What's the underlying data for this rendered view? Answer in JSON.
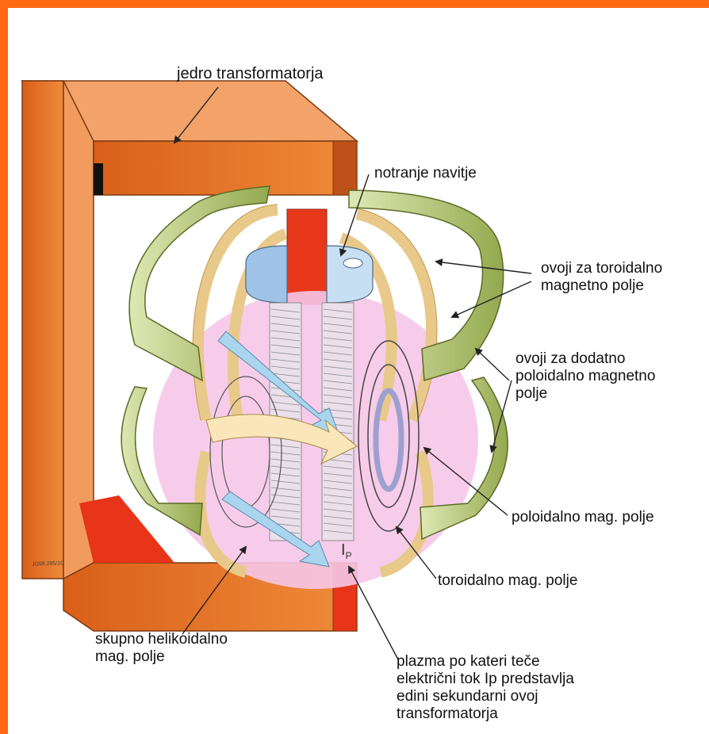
{
  "colors": {
    "frame": "#ff6a13",
    "core": "#e06a1e",
    "plasma": "#f6c6e8",
    "coil": "#b8c77a",
    "inner_coil": "#f3ddb0",
    "solenoid": "#9ec3e6",
    "arrow": "#a9d6ee"
  },
  "labels": {
    "transformer_core": "jedro transformatorja",
    "inner_winding": "notranje navitje",
    "toroidal_coils": "ovoji za toroidalno\nmagnetno polje",
    "poloidal_coils": "ovoji za dodatno\npoloidalno magnetno\npolje",
    "poloidal_field": "poloidalno mag. polje",
    "toroidal_field": "toroidalno mag. polje",
    "helical_field": "skupno helikoidalno\nmag. polje",
    "plasma_current": "plazma po kateri teče\nelektrični tok Ip predstavlja\nedini sekundarni ovoj\ntransformatorja",
    "ip_symbol": "I",
    "ip_subscript": "P",
    "credit": "JG98.285/1C"
  }
}
